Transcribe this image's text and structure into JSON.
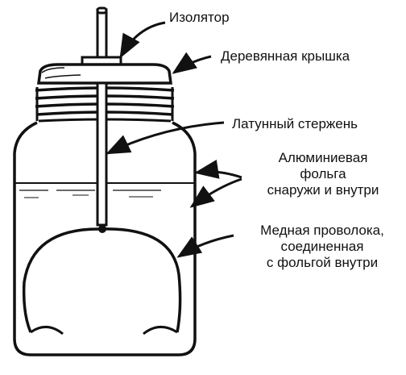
{
  "labels": {
    "insulator": "Изолятор",
    "wooden_lid": "Деревянная крышка",
    "brass_rod": "Латунный стержень",
    "aluminum_foil": {
      "line1": "Алюминиевая",
      "line2": "фольга",
      "line3": "снаружи и внутри"
    },
    "copper_wire": {
      "line1": "Медная проволока,",
      "line2": "соединенная",
      "line3": "с фольгой внутри"
    }
  },
  "colors": {
    "ink": "#111111",
    "background": "#ffffff"
  }
}
